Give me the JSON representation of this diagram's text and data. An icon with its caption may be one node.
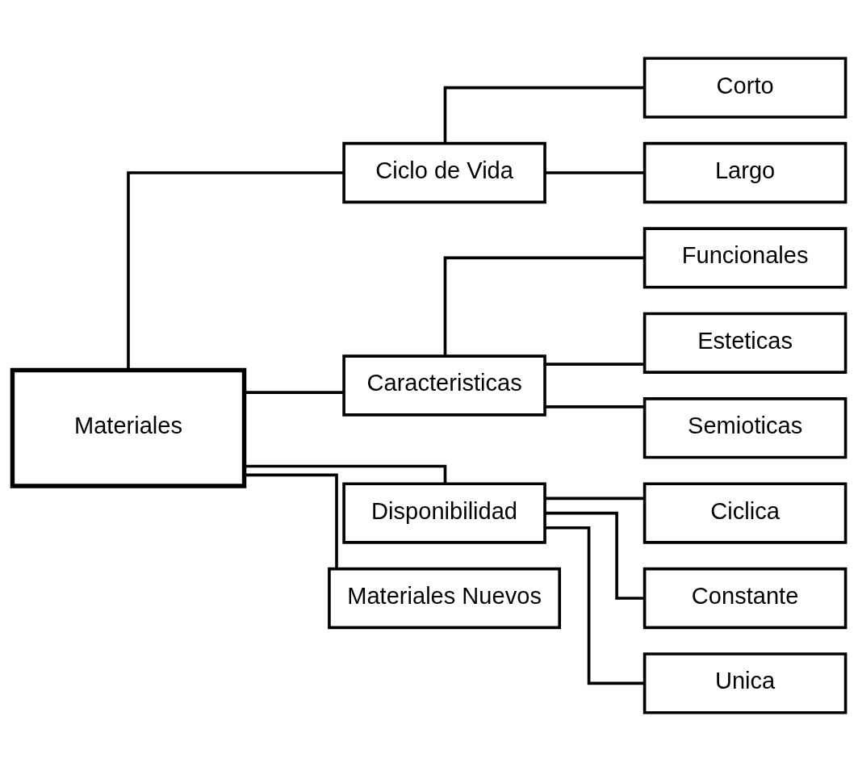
{
  "diagram": {
    "nodes": [
      {
        "text": [
          "Materiales"
        ]
      },
      {
        "text": [
          "Ciclo de Vida"
        ]
      },
      {
        "text": [
          "Corto"
        ]
      },
      {
        "text": [
          "Largo"
        ]
      },
      {
        "text": [
          "Caracteristicas"
        ]
      },
      {
        "text": [
          "Funcionales"
        ]
      },
      {
        "text": [
          "Esteticas"
        ]
      },
      {
        "text": [
          "Semioticas"
        ]
      },
      {
        "text": [
          "Disponibilidad"
        ]
      },
      {
        "text": [
          "Ciclica"
        ]
      },
      {
        "text": [
          "Constante"
        ]
      },
      {
        "text": [
          "Unica"
        ]
      },
      {
        "text": [
          "Materiales Nuevos"
        ]
      }
    ],
    "edges": [
      {
        "from": 0,
        "to": 1,
        "arrow": "none"
      },
      {
        "from": 0,
        "to": 4,
        "arrow": "none"
      },
      {
        "from": 0,
        "to": 8,
        "arrow": "none"
      },
      {
        "from": 0,
        "to": 12,
        "arrow": "none"
      },
      {
        "from": 1,
        "to": 2,
        "arrow": "none"
      },
      {
        "from": 1,
        "to": 3,
        "arrow": "none"
      },
      {
        "from": 4,
        "to": 5,
        "arrow": "none"
      },
      {
        "from": 4,
        "to": 6,
        "arrow": "none"
      },
      {
        "from": 4,
        "to": 7,
        "arrow": "none"
      },
      {
        "from": 8,
        "to": 9,
        "arrow": "none"
      },
      {
        "from": 8,
        "to": 10,
        "arrow": "none"
      },
      {
        "from": 8,
        "to": 11,
        "arrow": "none"
      }
    ]
  }
}
